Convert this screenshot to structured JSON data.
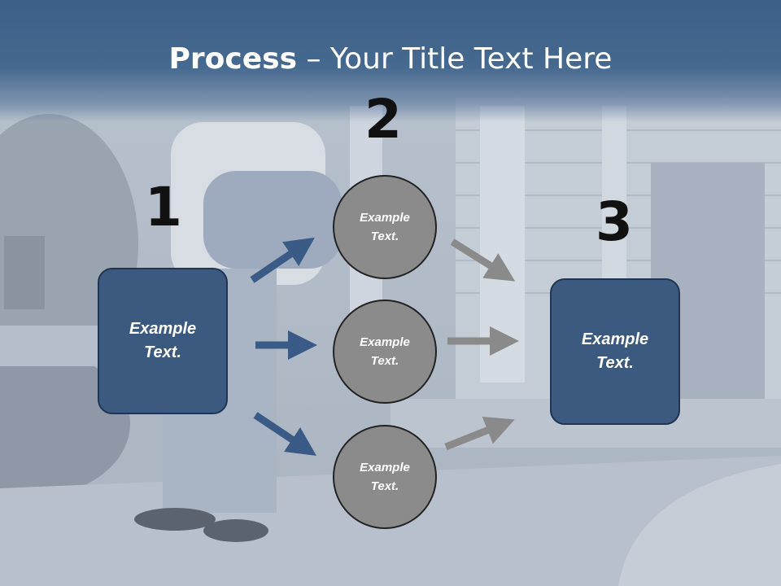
{
  "title": {
    "bold": "Process",
    "rest": " – Your Title Text Here"
  },
  "steps": [
    "1",
    "2",
    "3"
  ],
  "left_box": "Example Text.",
  "right_box": "Example Text.",
  "circles": [
    "Example Text.",
    "Example Text.",
    "Example Text."
  ],
  "colors": {
    "box_fill": "#3c5a80",
    "circle_fill": "#8b8b8b",
    "blue_arrow": "#3a5b85",
    "gray_arrow": "#8a8a8a",
    "title_band": "#3d5f87"
  }
}
